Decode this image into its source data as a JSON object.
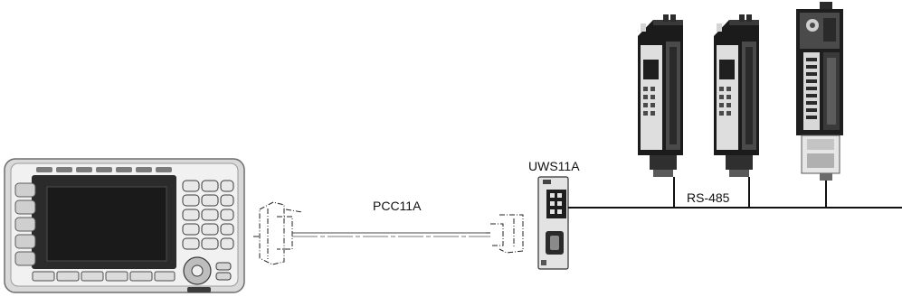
{
  "labels": {
    "cable": "PCC11A",
    "interface": "UWS11A",
    "bus": "RS-485"
  },
  "colors": {
    "line": "#111111",
    "device_dark": "#1b1b1b",
    "device_mid": "#6a6a6a",
    "device_light": "#d4d4d4",
    "panel_body": "#e6e6e6"
  }
}
